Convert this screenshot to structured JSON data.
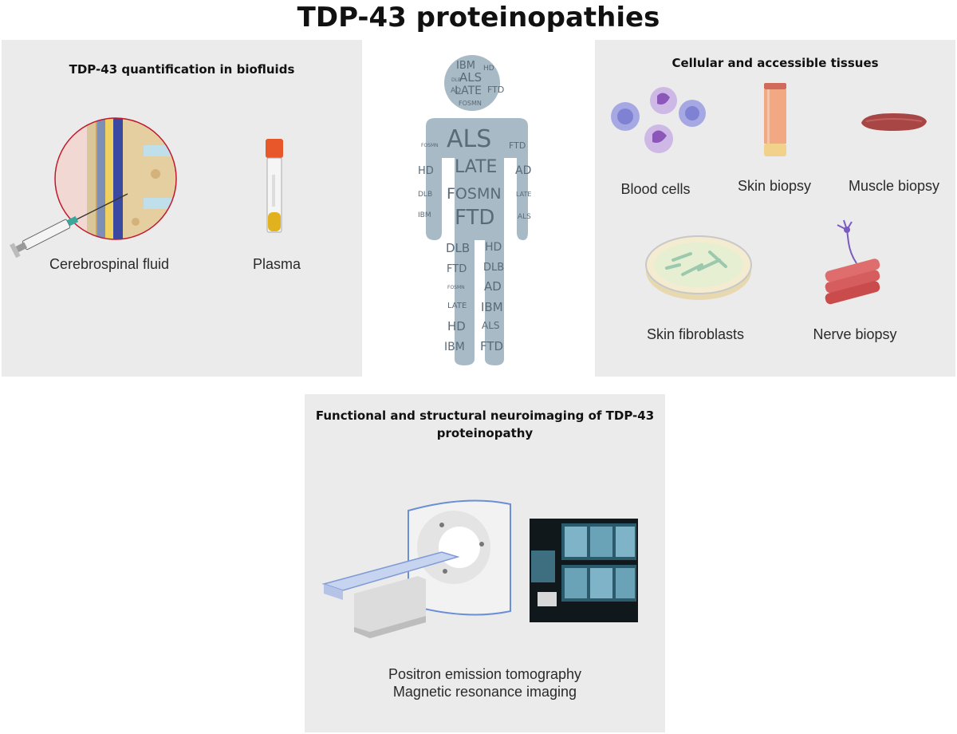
{
  "title": "TDP-43 proteinopathies",
  "left_panel": {
    "title": "TDP-43 quantification in biofluids",
    "items": [
      "Cerebrospinal fluid",
      "Plasma"
    ]
  },
  "right_panel": {
    "title": "Cellular and accessible tissues",
    "items": [
      "Blood cells",
      "Skin biopsy",
      "Muscle biopsy",
      "Skin fibroblasts",
      "Nerve biopsy"
    ]
  },
  "bottom_panel": {
    "title": "Functional and structural neuroimaging of TDP-43 proteinopathy",
    "captions": [
      "Positron emission tomography",
      "Magnetic resonance imaging"
    ]
  },
  "body_figure": {
    "head_words": [
      "IBM",
      "HD",
      "AD",
      "DLB",
      "ALS",
      "FTD",
      "LATE",
      "FOSMN"
    ],
    "torso_words": [
      "ALS",
      "LATE",
      "FOSMN",
      "FTD"
    ],
    "left_arm_words": [
      "FOSMN",
      "HD",
      "DLB",
      "IBM"
    ],
    "right_arm_words": [
      "FTD",
      "AD",
      "LATE",
      "ALS"
    ],
    "left_leg_words": [
      "DLB",
      "FTD",
      "FOSMN",
      "LATE",
      "HD",
      "IBM"
    ],
    "right_leg_words": [
      "HD",
      "DLB",
      "AD",
      "IBM",
      "ALS",
      "FTD"
    ]
  },
  "colors": {
    "panel_bg": "#ebebeb",
    "body_fill": "#a8bac6",
    "body_text": "#5a6a78"
  }
}
